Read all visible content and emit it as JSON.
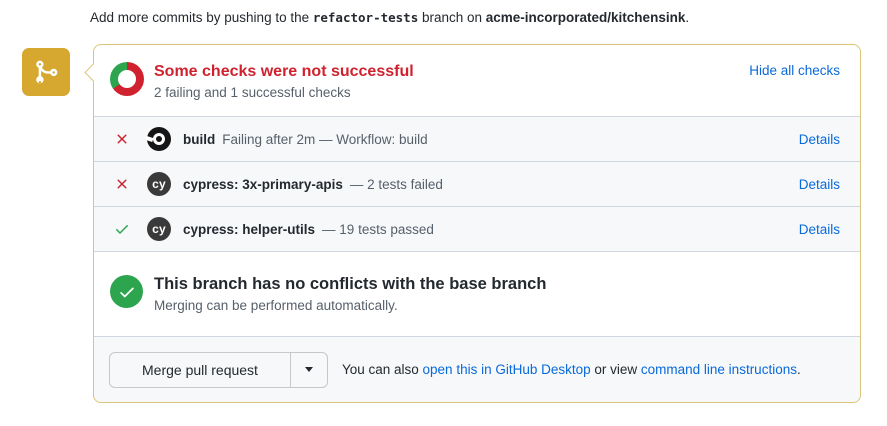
{
  "top_note": {
    "prefix": "Add more commits by pushing to the ",
    "branch": "refactor-tests",
    "middle": " branch on ",
    "repo": "acme-incorporated/kitchensink",
    "suffix": "."
  },
  "checks_header": {
    "title": "Some checks were not successful",
    "subtitle": "2 failing and 1 successful checks",
    "hide_link": "Hide all checks"
  },
  "checks": [
    {
      "status": "fail",
      "service": "circleci",
      "name": "build",
      "description": "Failing after 2m — Workflow: build",
      "details_label": "Details"
    },
    {
      "status": "fail",
      "service": "cypress",
      "name": "cypress: 3x-primary-apis",
      "description": "— 2 tests failed",
      "details_label": "Details"
    },
    {
      "status": "pass",
      "service": "cypress",
      "name": "cypress: helper-utils",
      "description": "— 19 tests passed",
      "details_label": "Details"
    }
  ],
  "cypress_logo_text": "cy",
  "mergeability": {
    "title": "This branch has no conflicts with the base branch",
    "subtitle": "Merging can be performed automatically."
  },
  "merge_footer": {
    "button_label": "Merge pull request",
    "text_prefix": "You can also ",
    "desktop_link": "open this in GitHub Desktop",
    "text_middle": " or view ",
    "cli_link": "command line instructions",
    "text_suffix": "."
  },
  "colors": {
    "danger": "#cf222e",
    "success": "#2da44e",
    "attention_badge": "#d6a82f",
    "attention_border": "#dcc47a",
    "link": "#0969da",
    "muted_text": "#57606a",
    "row_background": "#f6f8fa"
  }
}
